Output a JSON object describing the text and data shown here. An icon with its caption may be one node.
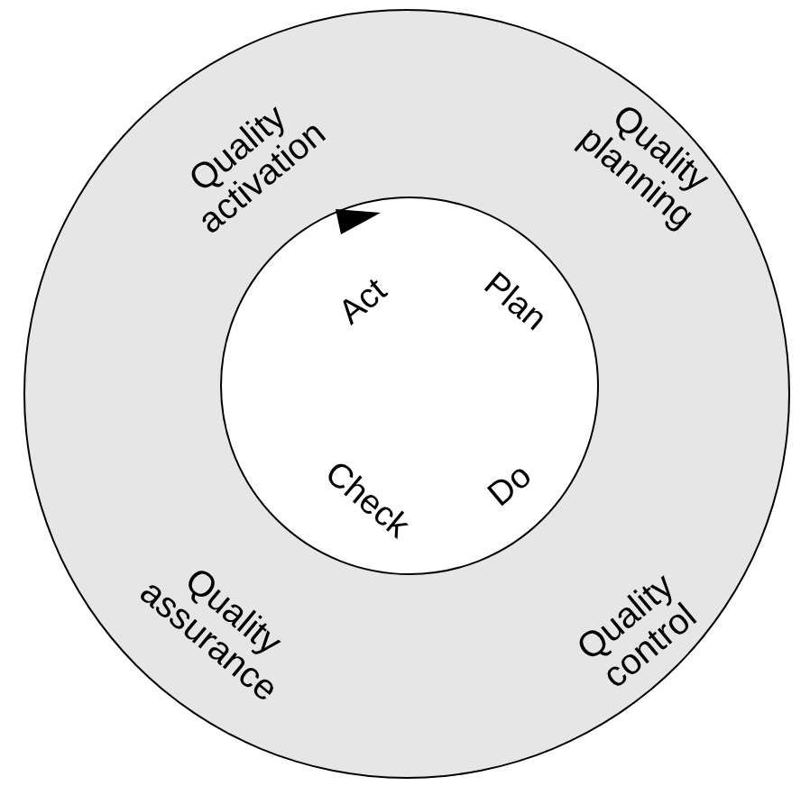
{
  "diagram": {
    "nodes": [
      {
        "text": [
          "Quality activation",
          "Quality planning",
          "Quality assurance",
          "Quality control"
        ]
      },
      {
        "text": [
          "Act",
          "Plan",
          "Check",
          "Do"
        ],
        "in": 0
      }
    ]
  }
}
